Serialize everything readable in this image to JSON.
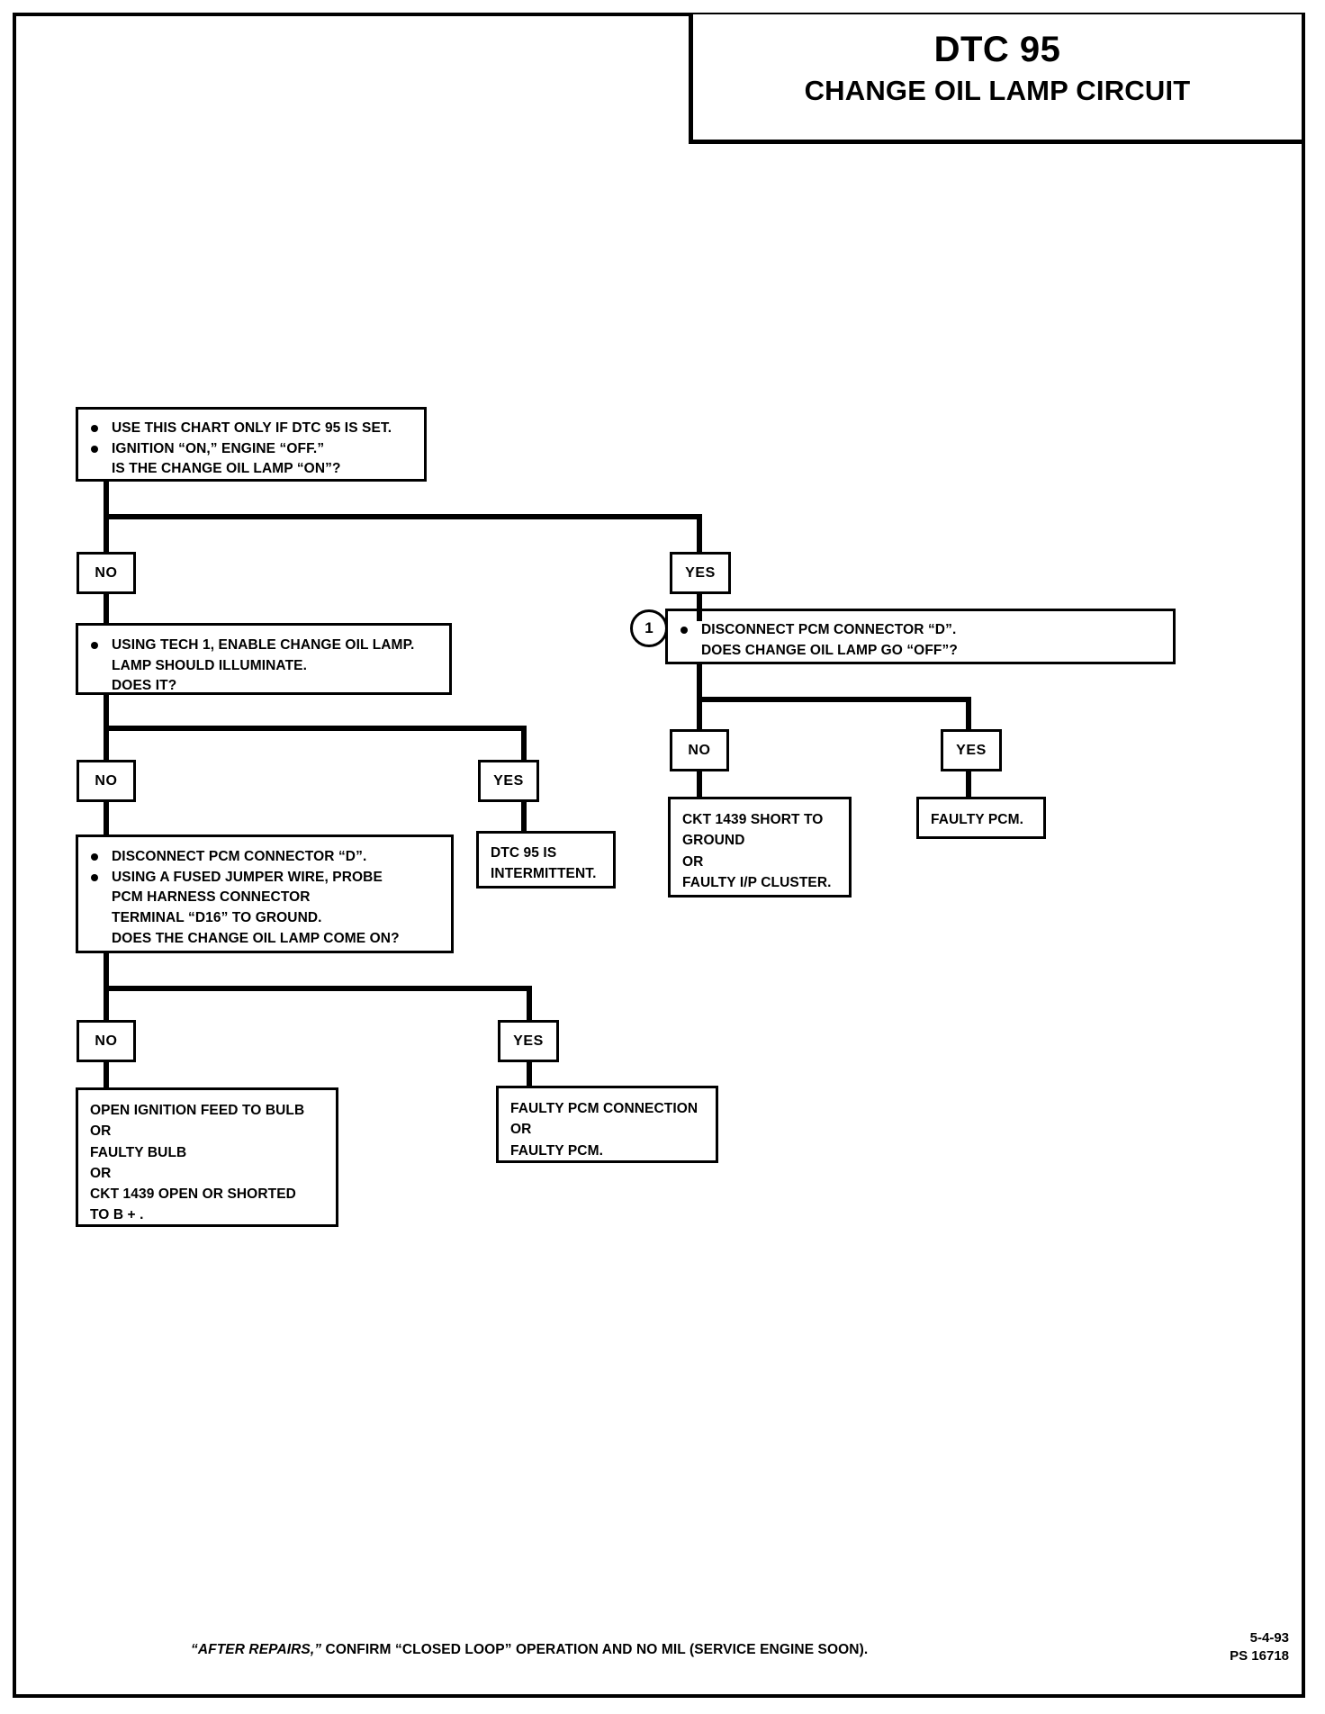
{
  "document": {
    "title_main": "DTC 95",
    "title_sub": "CHANGE OIL LAMP CIRCUIT"
  },
  "flow": {
    "start": {
      "bullets": [
        "USE THIS CHART ONLY IF DTC 95 IS SET.",
        "IGNITION “ON,” ENGINE “OFF.”\nIS THE CHANGE OIL LAMP “ON”?"
      ]
    },
    "branch1_no_label": "NO",
    "branch1_yes_label": "YES",
    "tech1": {
      "bullets": [
        "USING TECH 1, ENABLE CHANGE OIL LAMP.\nLAMP SHOULD ILLUMINATE.\nDOES IT?"
      ]
    },
    "branch2_no_label": "NO",
    "branch2_yes_label": "YES",
    "intermittent": {
      "text": "DTC 95 IS\nINTERMITTENT."
    },
    "jumper": {
      "bullets": [
        "DISCONNECT PCM CONNECTOR “D”.",
        "USING A FUSED JUMPER WIRE, PROBE\nPCM HARNESS CONNECTOR\nTERMINAL “D16” TO GROUND.\nDOES THE CHANGE OIL LAMP COME ON?"
      ]
    },
    "branch3_no_label": "NO",
    "branch3_yes_label": "YES",
    "open_ignition": {
      "text": "OPEN IGNITION FEED TO BULB\nOR\nFAULTY BULB\nOR\nCKT 1439 OPEN OR SHORTED\nTO B + ."
    },
    "faulty_pcm_connection": {
      "text": "FAULTY PCM CONNECTION\nOR\nFAULTY PCM."
    },
    "ref_marker": "1",
    "disconnect_d": {
      "bullets": [
        "DISCONNECT PCM CONNECTOR “D”.\nDOES CHANGE OIL LAMP GO “OFF”?"
      ]
    },
    "branch4_no_label": "NO",
    "branch4_yes_label": "YES",
    "ckt_short": {
      "text": "CKT 1439 SHORT TO\nGROUND\nOR\nFAULTY I/P CLUSTER."
    },
    "faulty_pcm": {
      "text": "FAULTY PCM."
    }
  },
  "footer": {
    "note_italic": "“AFTER REPAIRS,”",
    "note_rest": " CONFIRM “CLOSED LOOP” OPERATION AND NO MIL (SERVICE ENGINE SOON).",
    "date": "5-4-93",
    "code": "PS 16718"
  }
}
